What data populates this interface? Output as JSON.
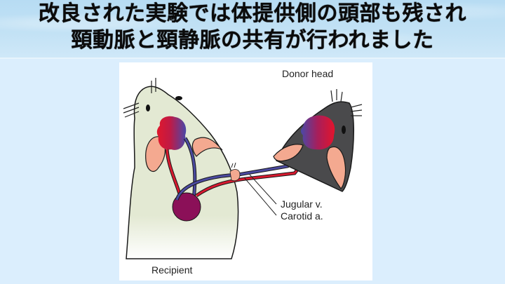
{
  "banner": {
    "title_line1": "改良された実験では体提供側の頭部も残され",
    "title_line2": "頸動脈と頸静脈の共有が行われました",
    "background_color": "#bfe0f4",
    "text_color": "#0b0b0b"
  },
  "page": {
    "background_color": "#dbeefd"
  },
  "diagram": {
    "labels": {
      "donor_head": "Donor head",
      "jugular": "Jugular v.",
      "carotid": "Carotid a.",
      "recipient": "Recipient"
    },
    "colors": {
      "recipient_fur": "#e3e9d3",
      "donor_fur": "#4a4a4c",
      "ear": "#f4a990",
      "artery": "#d8192f",
      "vein": "#4b4aa0",
      "heart": "#8b1058",
      "outline": "#1a1a1a"
    }
  }
}
